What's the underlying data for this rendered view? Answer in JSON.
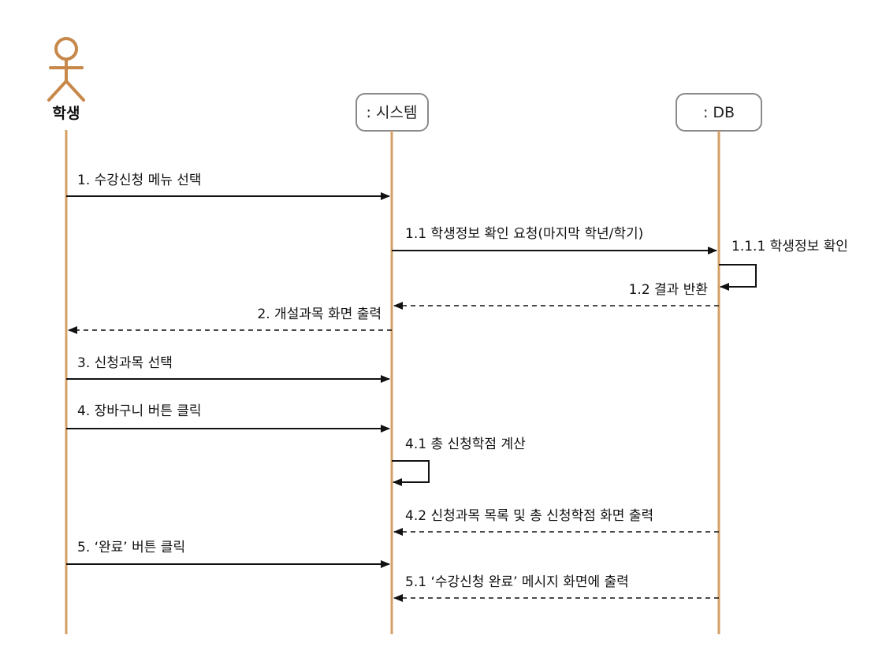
{
  "colors": {
    "lifeline": "#d4a066",
    "actor": "#c7884a",
    "box_border": "#8a8a8a",
    "arrow": "#111111"
  },
  "participants": {
    "student": {
      "label": "학생",
      "icon": "actor-stick-figure-icon"
    },
    "system": {
      "label": ": 시스템"
    },
    "db": {
      "label": ": DB"
    }
  },
  "messages": [
    {
      "label": "1. 수강신청 메뉴 선택",
      "kind": "sync"
    },
    {
      "label": "1.1 학생정보 확인 요청(마지막 학년/학기)",
      "kind": "sync"
    },
    {
      "label": "1.1.1 학생정보 확인",
      "kind": "self"
    },
    {
      "label": "1.2 결과 반환",
      "kind": "return"
    },
    {
      "label": "2. 개설과목 화면 출력",
      "kind": "return"
    },
    {
      "label": "3. 신청과목 선택",
      "kind": "sync"
    },
    {
      "label": "4. 장바구니 버튼 클릭",
      "kind": "sync"
    },
    {
      "label": "4.1 총 신청학점 계산",
      "kind": "self"
    },
    {
      "label": "4.2 신청과목 목록 및 총 신청학점 화면 출력",
      "kind": "return"
    },
    {
      "label": "5. ‘완료’ 버튼 클릭",
      "kind": "sync"
    },
    {
      "label": "5.1 ‘수강신청 완료’ 메시지 화면에 출력",
      "kind": "return"
    }
  ]
}
